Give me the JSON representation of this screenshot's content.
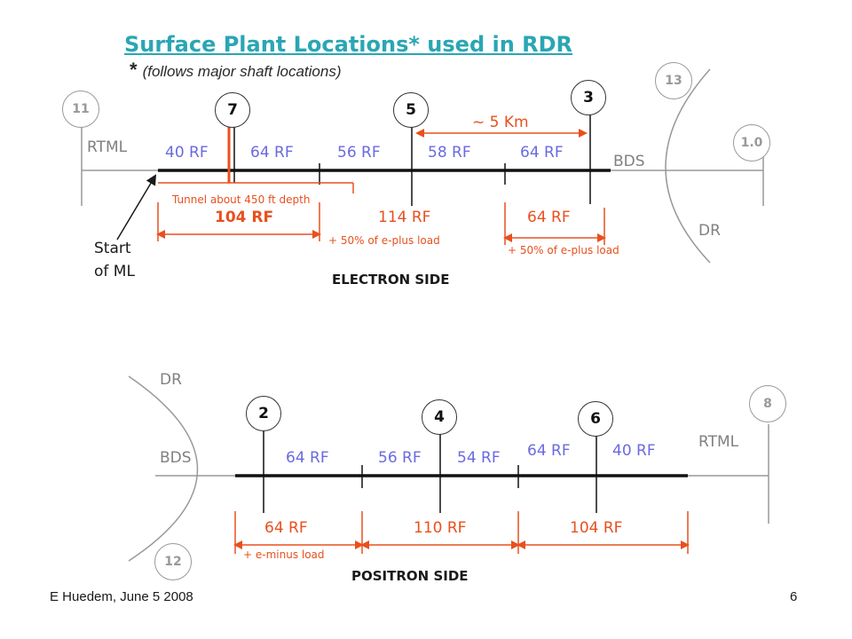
{
  "title": "Surface Plant Locations* used in RDR",
  "subtitle": {
    "star": "*",
    "text": "(follows major shaft locations)"
  },
  "footer": {
    "author_date": "E Huedem, June 5 2008",
    "page_number": "6"
  },
  "electron_side": {
    "side_label": "ELECTRON SIDE",
    "labels": {
      "rtml": "RTML",
      "bds": "BDS",
      "dr": "DR",
      "start_of_ml_line1": "Start",
      "start_of_ml_line2": "of ML"
    },
    "gray_circles": {
      "left": "11",
      "top_right": "13",
      "right": "1.0"
    },
    "shaft_circles": {
      "s7": "7",
      "s5": "5",
      "s3": "3"
    },
    "distance": "~ 5 Km",
    "rf_segments": [
      "40 RF",
      "64 RF",
      "56 RF",
      "58 RF",
      "64 RF"
    ],
    "tunnel_note": "Tunnel about 450 ft depth",
    "groups": [
      {
        "label": "104 RF",
        "note": ""
      },
      {
        "label": "114 RF",
        "note": "+ 50% of e-plus load"
      },
      {
        "label": "64 RF",
        "note": "+ 50% of e-plus load"
      }
    ]
  },
  "positron_side": {
    "side_label": "POSITRON SIDE",
    "labels": {
      "dr": "DR",
      "bds": "BDS",
      "rtml": "RTML"
    },
    "gray_circles": {
      "right": "8",
      "bottom_left": "12"
    },
    "shaft_circles": {
      "s2": "2",
      "s4": "4",
      "s6": "6"
    },
    "rf_segments": [
      "64 RF",
      "56 RF",
      "54 RF",
      "64 RF",
      "40 RF"
    ],
    "groups": [
      {
        "label": "64 RF",
        "note": "+ e-minus load"
      },
      {
        "label": "110 RF",
        "note": ""
      },
      {
        "label": "104 RF",
        "note": ""
      }
    ]
  },
  "colors": {
    "title": "#2aa6b4",
    "rf_label": "#6a6ae0",
    "annotation": "#e8501e",
    "gray": "#808080"
  }
}
